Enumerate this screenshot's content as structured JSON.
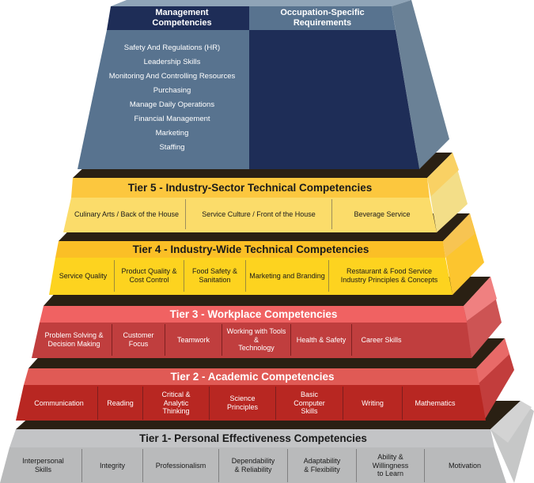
{
  "top_block": {
    "management_header": "Management\nCompetencies",
    "occupation_header": "Occupation-Specific\nRequirements",
    "management_items": [
      "Safety And Regulations (HR)",
      "Leadership Skills",
      "Monitoring And Controlling Resources",
      "Purchasing",
      "Manage Daily Operations",
      "Financial Management",
      "Marketing",
      "Staffing"
    ],
    "colors": {
      "navy": "#1e2d57",
      "slate": "#58738f",
      "side": "#6a8196",
      "top": "#8fa4b7"
    }
  },
  "tiers": [
    {
      "id": "tier5",
      "title": "Tier 5 - Industry-Sector Technical Competencies",
      "items": [
        "Culinary Arts / Back of the House",
        "Service Culture / Front of the House",
        "Beverage Service"
      ],
      "colors": {
        "title_band": "#fcc73e",
        "items_band": "#fbdc6a",
        "side_top": "#f9d164",
        "side": "#f3de88"
      }
    },
    {
      "id": "tier4",
      "title": "Tier 4 - Industry-Wide Technical Competencies",
      "items": [
        "Service Quality",
        "Product Quality &\nCost Control",
        "Food Safety &\nSanitation",
        "Marketing and Branding",
        "Restaurant & Food Service\nIndustry Principles & Concepts"
      ],
      "colors": {
        "title_band": "#fbbf26",
        "items_band": "#fdd31f",
        "side_top": "#f7c452",
        "side": "#fcc52f"
      }
    },
    {
      "id": "tier3",
      "title": "Tier 3 - Workplace Competencies",
      "items": [
        "Problem Solving &\nDecision Making",
        "Customer\nFocus",
        "Teamwork",
        "Working with Tools &\nTechnology",
        "Health & Safety",
        "Career Skills"
      ],
      "colors": {
        "title_band": "#f06262",
        "items_band": "#c03e3e",
        "side_top": "#f08080",
        "side": "#cd5454"
      }
    },
    {
      "id": "tier2",
      "title": "Tier 2 - Academic Competencies",
      "items": [
        "Communication",
        "Reading",
        "Critical &\nAnalytic\nThinking",
        "Science\nPrinciples",
        "Basic\nComputer\nSkills",
        "Writing",
        "Mathematics"
      ],
      "colors": {
        "title_band": "#e05a55",
        "items_band": "#b82722",
        "side_top": "#e86a68",
        "side": "#c23d3c"
      }
    },
    {
      "id": "tier1",
      "title": "Tier 1- Personal Effectiveness Competencies",
      "items": [
        "Interpersonal\nSkills",
        "Integrity",
        "Professionalism",
        "Dependability\n& Reliability",
        "Adaptability\n& Flexibility",
        "Ability &\nWillingness\nto Learn",
        "Motivation"
      ],
      "colors": {
        "title_band": "#c3c4c6",
        "items_band": "#b9babb",
        "side_top": "#d3d3d3",
        "side": "#c6c7c7"
      }
    }
  ],
  "lip_color": "#2a2013"
}
